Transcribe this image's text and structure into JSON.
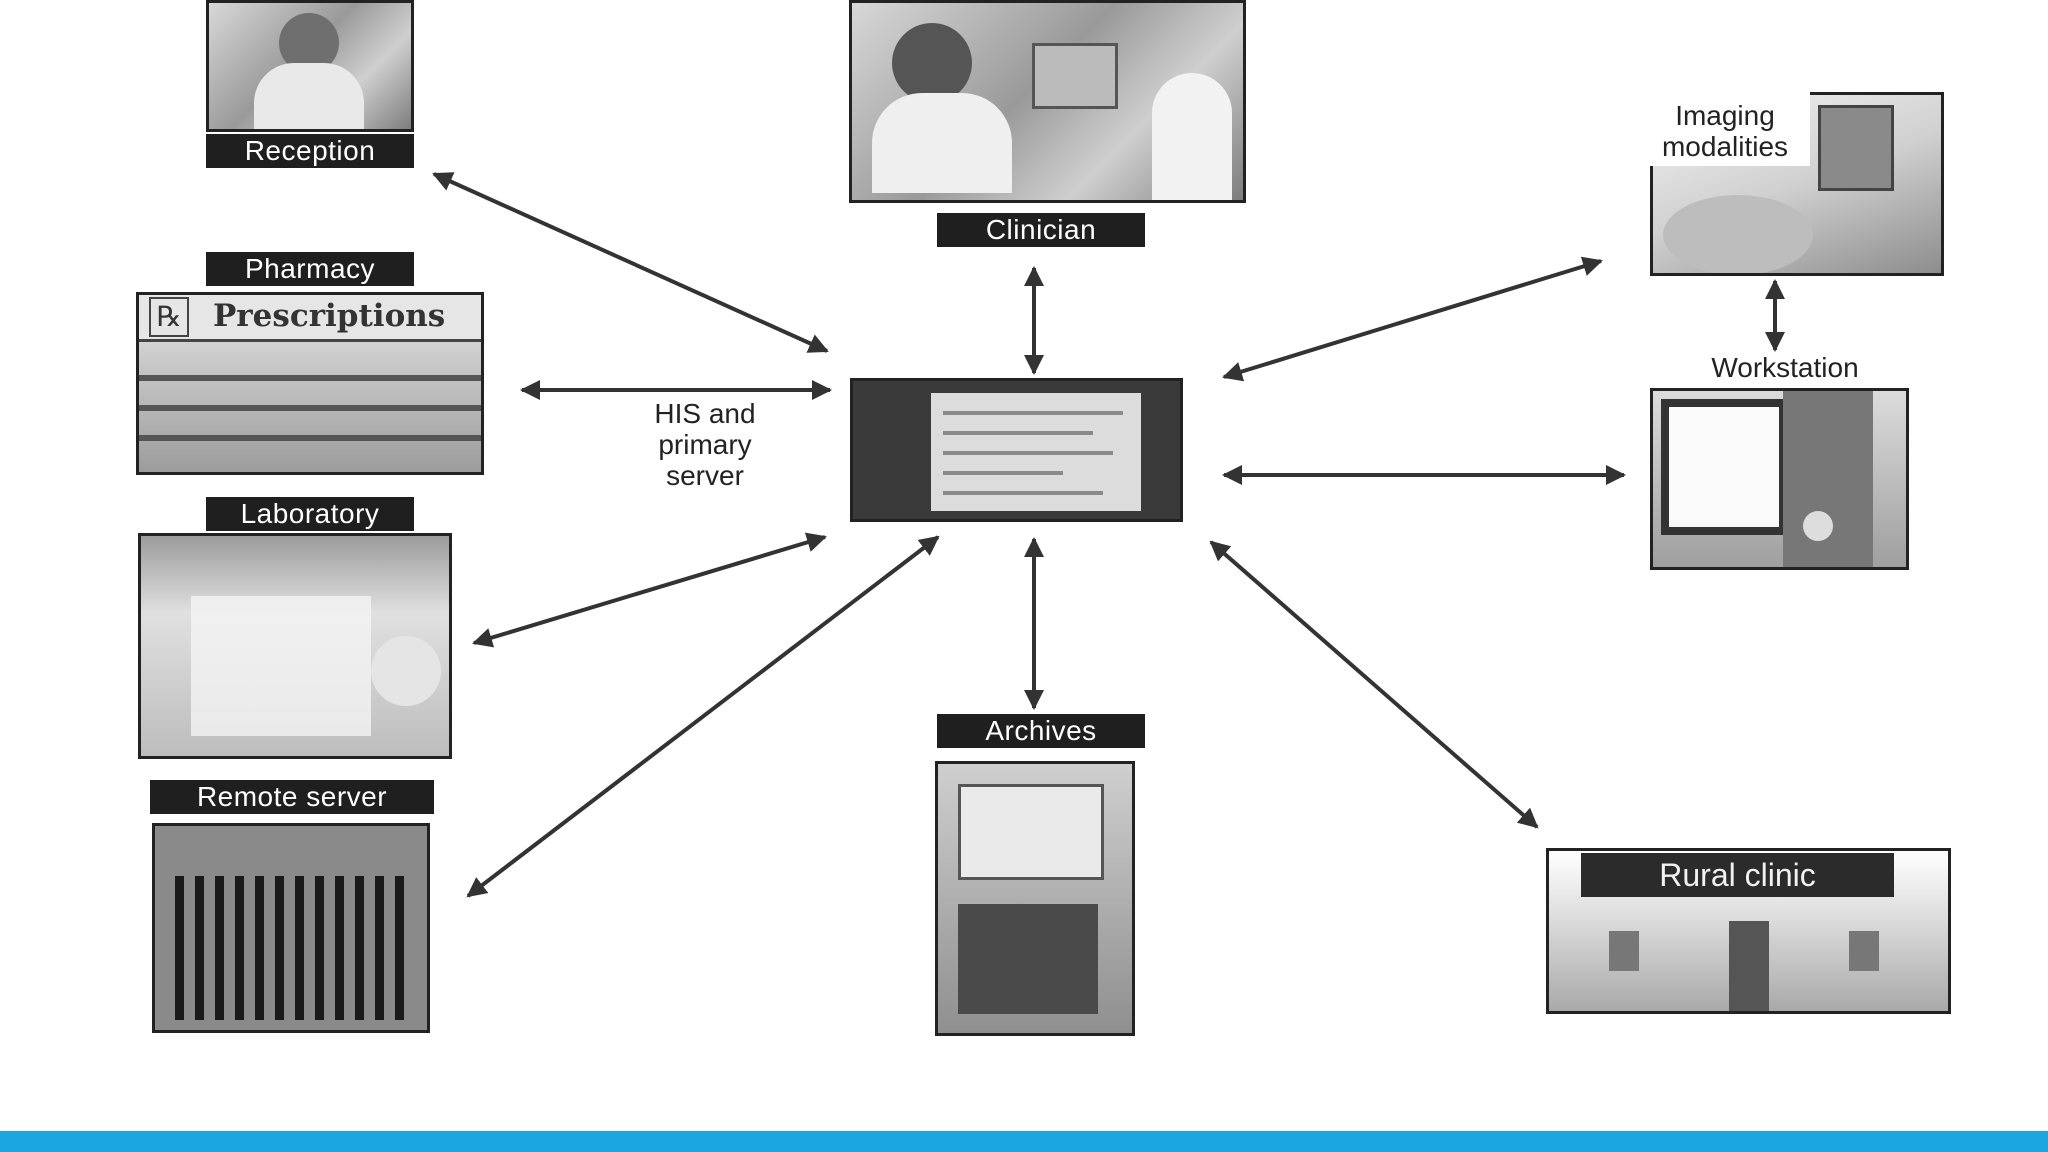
{
  "nodes": {
    "reception": {
      "label": "Reception"
    },
    "clinician": {
      "label": "Clinician"
    },
    "imaging": {
      "label_line1": "Imaging",
      "label_line2": "modalities"
    },
    "pharmacy": {
      "label": "Pharmacy",
      "sign": "Prescriptions",
      "rx": "℞"
    },
    "his": {
      "label_line1": "HIS and",
      "label_line2": "primary",
      "label_line3": "server"
    },
    "workstation": {
      "label": "Workstation"
    },
    "laboratory": {
      "label": "Laboratory"
    },
    "remote_server": {
      "label": "Remote server"
    },
    "archives": {
      "label": "Archives"
    },
    "rural_clinic": {
      "label": "Rural clinic"
    }
  },
  "edges": [
    {
      "from": "reception",
      "to": "his"
    },
    {
      "from": "pharmacy",
      "to": "his"
    },
    {
      "from": "laboratory",
      "to": "his"
    },
    {
      "from": "remote_server",
      "to": "his"
    },
    {
      "from": "clinician",
      "to": "his"
    },
    {
      "from": "archives",
      "to": "his"
    },
    {
      "from": "imaging",
      "to": "his"
    },
    {
      "from": "workstation",
      "to": "his"
    },
    {
      "from": "rural_clinic",
      "to": "his"
    },
    {
      "from": "imaging",
      "to": "workstation"
    }
  ],
  "colors": {
    "arrow": "#333333",
    "label_bg": "#1f1f1f",
    "label_text": "#ffffff",
    "bottom_bar": "#1ba6df"
  }
}
